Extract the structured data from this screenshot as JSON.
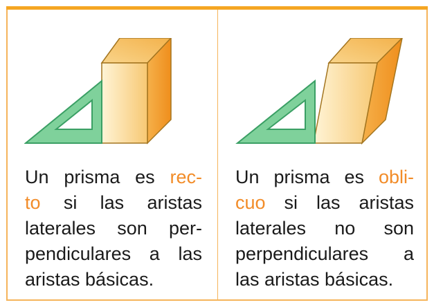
{
  "left": {
    "line1_pre": "Un prisma es ",
    "line1_hl": "rec-",
    "line2_hl": "to",
    "line2_rest": " si las aristas",
    "line3": "laterales son per-",
    "line4": "pendiculares a las",
    "line5": "aristas básicas."
  },
  "right": {
    "line1_pre": "Un prisma es ",
    "line1_hl": "obli-",
    "line2_hl": "cuo",
    "line2_rest": " si las aristas",
    "line3": "laterales no son",
    "line4": "perpendiculares a",
    "line5": "las aristas básicas."
  },
  "colors": {
    "accent": "#f5a623",
    "highlight": "#f28c28",
    "square_fill": "#7fd19b",
    "square_stroke": "#3a9f64"
  }
}
